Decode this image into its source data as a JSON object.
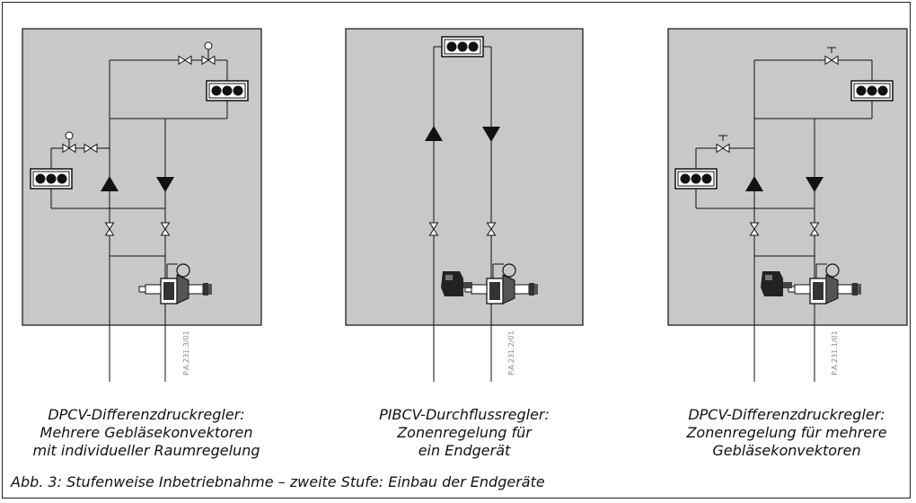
{
  "diagrams": [
    {
      "code": "P.A.231.3/01",
      "caption": [
        "DPCV-Differenzdruckregler:",
        "Mehrere Gebläsekonvektoren",
        "mit individueller Raumregelung"
      ]
    },
    {
      "code": "P.A.231.2/01",
      "caption": [
        "PIBCV-Durchflussregler:",
        "Zonenregelung für",
        "ein Endgerät"
      ]
    },
    {
      "code": "P.A.231.1/01",
      "caption": [
        "DPCV-Differenzdruckregler:",
        "Zonenregelung für mehrere",
        "Gebläsekonvektoren"
      ]
    }
  ],
  "figure_caption": "Abb. 3: Stufenweise Inbetriebnahme – zweite Stufe: Einbau der Endgeräte",
  "colors": {
    "panel": "#c8c8c8",
    "line": "#111111"
  }
}
